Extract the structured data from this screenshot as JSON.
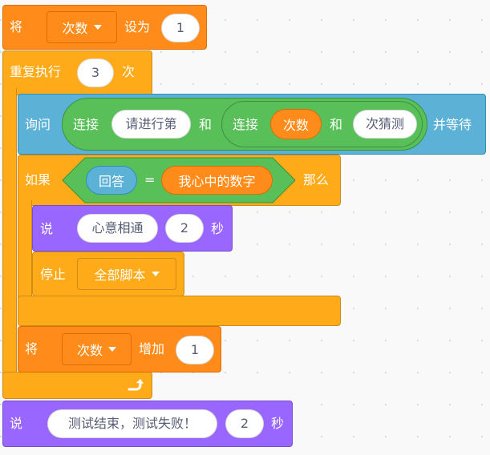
{
  "blocks": {
    "set_var": {
      "keyword": "将",
      "variable": "次数",
      "mid": "设为",
      "value": "1"
    },
    "repeat": {
      "keyword": "重复执行",
      "count": "3",
      "unit": "次"
    },
    "ask": {
      "keyword": "询问",
      "join_outer": {
        "keyword": "连接",
        "text": "请进行第",
        "and": "和"
      },
      "join_inner": {
        "keyword": "连接",
        "variable": "次数",
        "and": "和",
        "text": "次猜测"
      },
      "suffix": "并等待"
    },
    "if": {
      "keyword": "如果",
      "compare": {
        "left": "回答",
        "op": "=",
        "right": "我心中的数字"
      },
      "then": "那么"
    },
    "say_for": {
      "keyword": "说",
      "text": "心意相通",
      "secs": "2",
      "unit": "秒"
    },
    "stop": {
      "keyword": "停止",
      "option": "全部脚本"
    },
    "change_var": {
      "keyword": "将",
      "variable": "次数",
      "mid": "增加",
      "value": "1"
    },
    "say_end": {
      "keyword": "说",
      "text": "测试结束，测试失败！",
      "secs": "2",
      "unit": "秒"
    }
  },
  "icons": {
    "loop_arrow": "loop-arrow-icon",
    "dropdown": "chevron-down-icon"
  },
  "colors": {
    "variables": "#ff8c1a",
    "control": "#ffab19",
    "sensing": "#5cb1d6",
    "looks": "#9966ff",
    "operators": "#59c059",
    "background": "#f9f9f9"
  }
}
